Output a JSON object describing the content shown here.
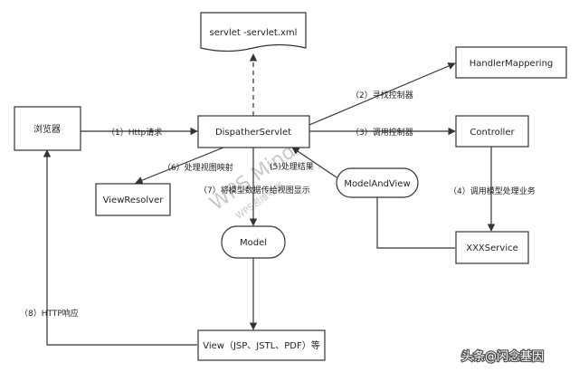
{
  "nodes": {
    "servlet_xml": "servlet -servlet.xml",
    "handler_mappering": "HandlerMappering",
    "browser": "浏览器",
    "dispather_servlet": "DispatherServlet",
    "controller": "Controller",
    "model_and_view": "ModelAndView",
    "view_resolver": "ViewResolver",
    "model": "Model",
    "xxx_service": "XXXService",
    "view": "View（JSP、JSTL、PDF）等"
  },
  "edges": {
    "step1": "（1）Http请求",
    "step2": "（2）寻找控制器",
    "step3": "（3）调用控制器",
    "step4": "（4）调用模型处理业务",
    "step5": "(5)处理结果",
    "step6": "（6）处理视图映射",
    "step7": "（7）将模型数据传给视图显示",
    "step8": "（8）HTTP响应"
  },
  "watermark": {
    "main": "WPS Mind",
    "sub": "WPS思维导图"
  },
  "credit": "头条@闪念基因",
  "colors": {
    "stroke": "#333333",
    "text": "#222222",
    "watermark": "#c8c8c8",
    "credit": "#ffffff"
  }
}
